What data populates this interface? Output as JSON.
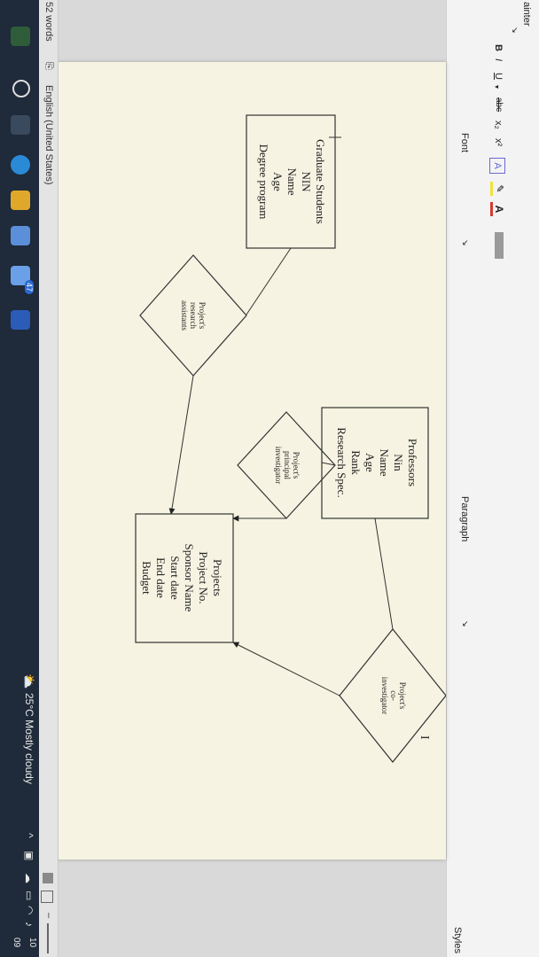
{
  "ribbon": {
    "painter_label": "ainter",
    "format_buttons": [
      "B",
      "I",
      "U",
      "abc",
      "x₂",
      "x²"
    ],
    "font_group_label": "Font",
    "paragraph_group_label": "Paragraph",
    "styles_label": "Styles",
    "font_color_swatch": "#d63a2a",
    "highlight_swatch": "#f2e23a"
  },
  "diagram": {
    "graduate": {
      "title": "Graduate Students",
      "fields": [
        "NIN",
        "Name",
        "Age",
        "Degree program"
      ]
    },
    "professors": {
      "title": "Professors",
      "fields": [
        "Nin",
        "Name",
        "Age",
        "Rank",
        "Research Spec."
      ]
    },
    "projects": {
      "title": "Projects",
      "fields": [
        "Project No.",
        "Sponsor Name",
        "Start date",
        "End date",
        "Budget"
      ]
    },
    "rel_research_assistants": [
      "Project's",
      "research",
      "assistants"
    ],
    "rel_principal_investigator": [
      "Project's",
      "principal",
      "investigator"
    ],
    "rel_co_investigator": [
      "Project's",
      "co-",
      "investigator"
    ]
  },
  "status": {
    "word_count": "52 words",
    "language": "English (United States)"
  },
  "taskbar": {
    "badge_count": "47",
    "weather": "25°C  Mostly cloudy",
    "clock": "10",
    "date_fragment": "09"
  }
}
